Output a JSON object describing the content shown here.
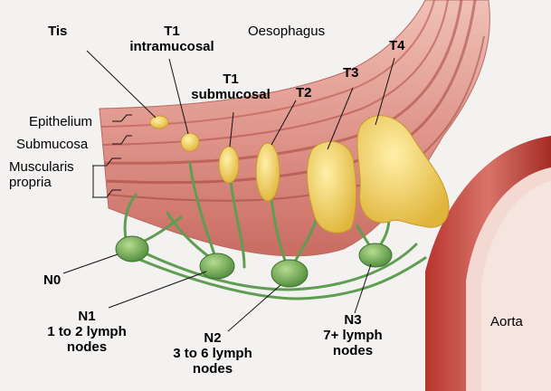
{
  "labels": {
    "oesophagus": "Oesophagus",
    "aorta": "Aorta",
    "tis": "Tis",
    "t1_intra": [
      "T1",
      "intramucosal"
    ],
    "t1_sub": [
      "T1",
      "submucosal"
    ],
    "t2": "T2",
    "t3": "T3",
    "t4": "T4",
    "layers": {
      "epithelium": "Epithelium",
      "submucosa": "Submucosa",
      "muscularis": [
        "Muscularis",
        "propria"
      ]
    },
    "n0": "N0",
    "n1": [
      "N1",
      "1 to 2 lymph",
      "nodes"
    ],
    "n2": [
      "N2",
      "3 to 6 lymph",
      "nodes"
    ],
    "n3": [
      "N3",
      "7+ lymph",
      "nodes"
    ]
  },
  "colors": {
    "background": "#f4f2f1",
    "tissue": "#e3a39a",
    "muscle": "#b5443c",
    "tumour": "#f2d06a",
    "lymph": "#7fb35c",
    "vessel": "#5f9e52"
  }
}
